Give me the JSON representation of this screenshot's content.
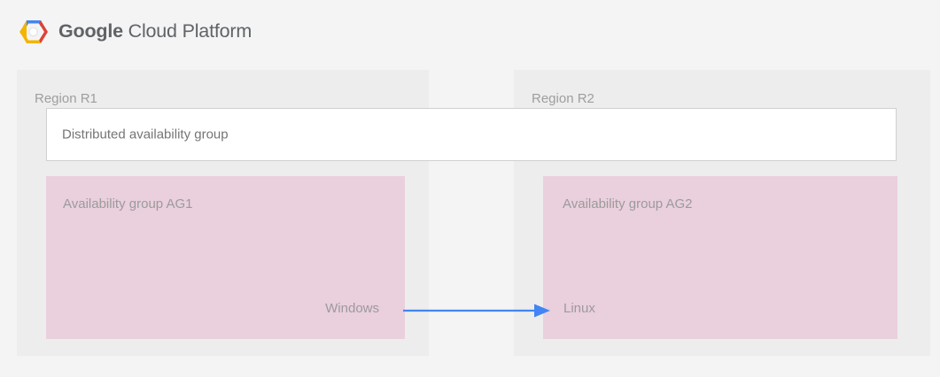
{
  "header": {
    "logo_icon": "google-cloud-platform-hexagon-logo",
    "brand_strong": "Google",
    "brand_light": "Cloud Platform",
    "logo_colors": {
      "blue": "#4285f4",
      "red": "#db4437",
      "yellow": "#f4b400",
      "center": "#ffffff"
    },
    "text_color": "#5f6368"
  },
  "diagram": {
    "background": "#f4f4f4",
    "region_background": "#ededed",
    "availability_group_background": "#eacfdd",
    "band_background": "#ffffff",
    "band_border_color": "#d0d0d0",
    "arrow_color": "#4285f4",
    "label_color": "#9e9e9e",
    "regions": [
      {
        "id": "r1",
        "label": "Region R1",
        "availability_group": {
          "title": "Availability group AG1",
          "os": "Windows"
        }
      },
      {
        "id": "r2",
        "label": "Region R2",
        "availability_group": {
          "title": "Availability group AG2",
          "os": "Linux"
        }
      }
    ],
    "distributed_group": {
      "label": "Distributed availability group"
    },
    "replication_arrow": {
      "icon": "right-arrow-icon",
      "direction": "left-to-right",
      "from": "Availability group AG1",
      "to": "Availability group AG2"
    }
  }
}
